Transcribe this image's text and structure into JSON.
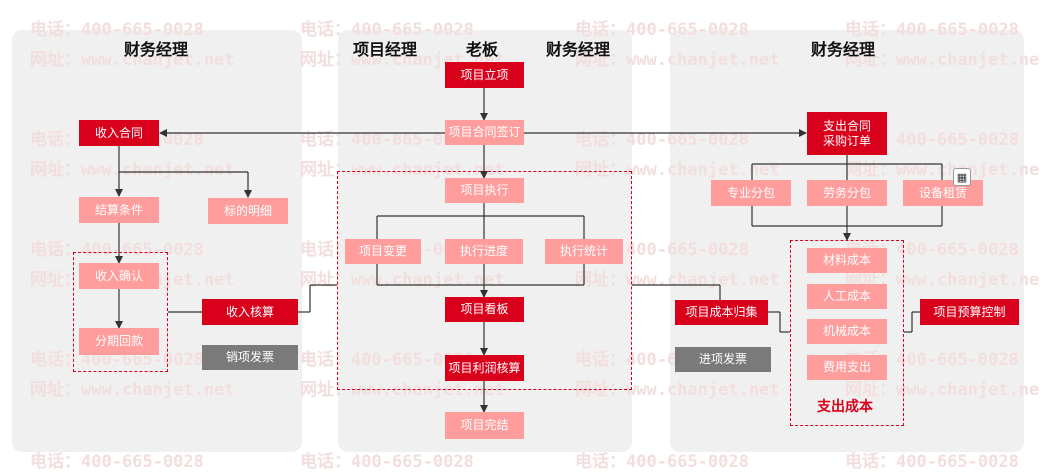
{
  "headers": {
    "left_role": "财务经理",
    "pm_role": "项目经理",
    "boss_role": "老板",
    "mid_fin_role": "财务经理",
    "right_role": "财务经理"
  },
  "watermark": {
    "phone": "电话：400-665-0028",
    "site": "网址：www.chanjet.net"
  },
  "nodes": {
    "project_setup": "项目立项",
    "contract_sign": "项目合同签订",
    "execution": "项目执行",
    "change": "项目变更",
    "progress": "执行进度",
    "stats": "执行统计",
    "dashboard": "项目看板",
    "profit_calc": "项目利润核算",
    "complete": "项目完结",
    "income_contract": "收入合同",
    "settle_terms": "结算条件",
    "bid_detail": "标的明细",
    "income_confirm": "收入确认",
    "installment": "分期回款",
    "income_calc": "收入核算",
    "sales_invoice": "销项发票",
    "expense_contract": "支出合同\n采购订单",
    "pro_subcontract": "专业分包",
    "labor_subcontract": "劳务分包",
    "equip_rental": "设备租赁",
    "material_cost": "材料成本",
    "labor_cost": "人工成本",
    "machine_cost": "机械成本",
    "expense_pay": "费用支出",
    "cost_collect": "项目成本归集",
    "budget_control": "项目预算控制",
    "input_invoice": "进项发票",
    "expense_cost_label": "支出成本"
  },
  "colors": {
    "dark_red": "#d9001b",
    "light_red": "#ff9c9c",
    "gray": "#7a7a7a",
    "panel": "#f0f0f0"
  },
  "icons": {
    "floating": "scan-icon"
  }
}
